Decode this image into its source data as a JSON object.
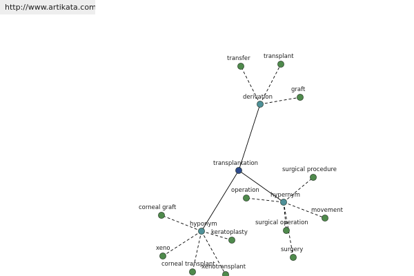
{
  "site_url": "http://www.artikata.com",
  "colors": {
    "root_node": "#2e4a8c",
    "relation_node": "#4f9098",
    "leaf_node": "#4f8a4c",
    "node_stroke": "#1e2e1e",
    "edge": "#000000",
    "label": "#1a1a1a",
    "banner_bg": "#eeeeee"
  },
  "graph": {
    "root": {
      "id": "transplantation",
      "label": "transplantation"
    },
    "relations": [
      {
        "id": "derivation",
        "label": "derivation"
      },
      {
        "id": "hypernym",
        "label": "hypernym"
      },
      {
        "id": "hyponym",
        "label": "hyponym"
      }
    ],
    "leaves": [
      {
        "id": "transfer",
        "label": "transfer",
        "relation": "derivation"
      },
      {
        "id": "transplant",
        "label": "transplant",
        "relation": "derivation"
      },
      {
        "id": "graft",
        "label": "graft",
        "relation": "derivation"
      },
      {
        "id": "surgical-procedure",
        "label": "surgical procedure",
        "relation": "hypernym"
      },
      {
        "id": "operation",
        "label": "operation",
        "relation": "hypernym"
      },
      {
        "id": "movement",
        "label": "movement",
        "relation": "hypernym"
      },
      {
        "id": "surgical-operation",
        "label": "surgical operation",
        "relation": "hypernym"
      },
      {
        "id": "surgery",
        "label": "surgery",
        "relation": "hypernym"
      },
      {
        "id": "corneal-graft",
        "label": "corneal graft",
        "relation": "hyponym"
      },
      {
        "id": "keratoplasty",
        "label": "keratoplasty",
        "relation": "hyponym"
      },
      {
        "id": "xeno",
        "label": "xeno",
        "relation": "hyponym"
      },
      {
        "id": "corneal-transplant",
        "label": "corneal transplant",
        "relation": "hyponym"
      },
      {
        "id": "xenotransplant",
        "label": "xenotransplant",
        "relation": "hyponym"
      }
    ]
  }
}
